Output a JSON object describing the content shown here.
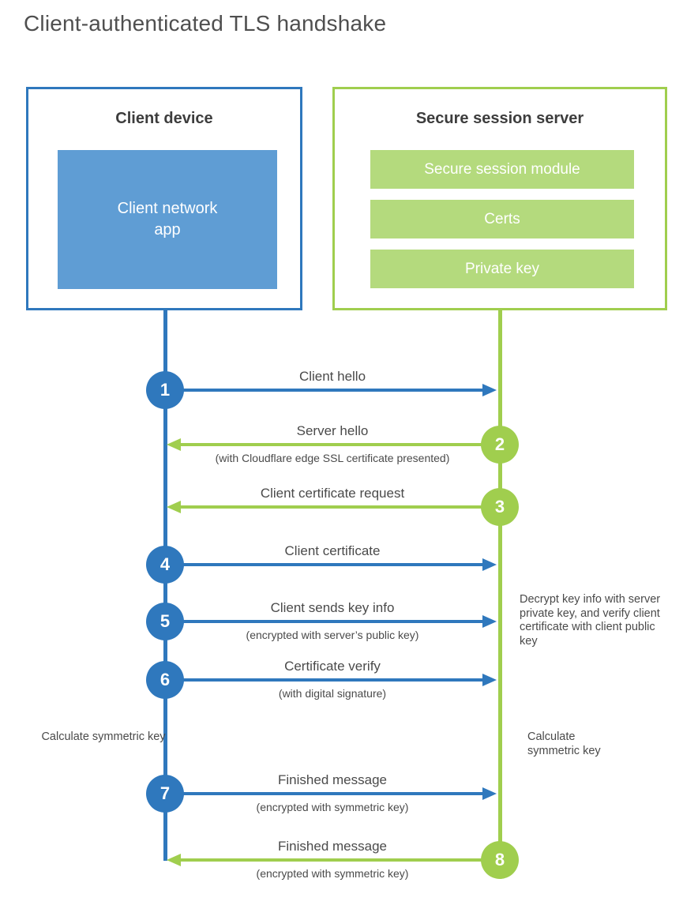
{
  "title": "Client-authenticated TLS handshake",
  "colors": {
    "blue": "#2f78bd",
    "blue_fill": "#5f9dd4",
    "green": "#a0ce4e",
    "green_fill": "#b4da7d",
    "text": "#4a4a4a"
  },
  "client_box": {
    "title": "Client device",
    "app": "Client network app"
  },
  "server_box": {
    "title": "Secure session server",
    "modules": [
      "Secure session module",
      "Certs",
      "Private key"
    ]
  },
  "messages": [
    {
      "num": "1",
      "from": "client",
      "direction": "right",
      "label": "Client hello",
      "sublabel": ""
    },
    {
      "num": "2",
      "from": "server",
      "direction": "left",
      "label": "Server hello",
      "sublabel": "(with Cloudflare edge SSL certificate presented)"
    },
    {
      "num": "3",
      "from": "server",
      "direction": "left",
      "label": "Client certificate request",
      "sublabel": ""
    },
    {
      "num": "4",
      "from": "client",
      "direction": "right",
      "label": "Client certificate",
      "sublabel": ""
    },
    {
      "num": "5",
      "from": "client",
      "direction": "right",
      "label": "Client sends key info",
      "sublabel": "(encrypted with server’s public key)"
    },
    {
      "num": "6",
      "from": "client",
      "direction": "right",
      "label": "Certificate verify",
      "sublabel": "(with digital signature)"
    },
    {
      "num": "7",
      "from": "client",
      "direction": "right",
      "label": "Finished message",
      "sublabel": "(encrypted with symmetric key)"
    },
    {
      "num": "8",
      "from": "server",
      "direction": "left",
      "label": "Finished message",
      "sublabel": "(encrypted with symmetric key)"
    }
  ],
  "notes": {
    "decrypt": "Decrypt key info with server private key, and verify client certificate with client public key",
    "calc_left": "Calculate symmetric key",
    "calc_right": "Calculate symmetric key"
  }
}
